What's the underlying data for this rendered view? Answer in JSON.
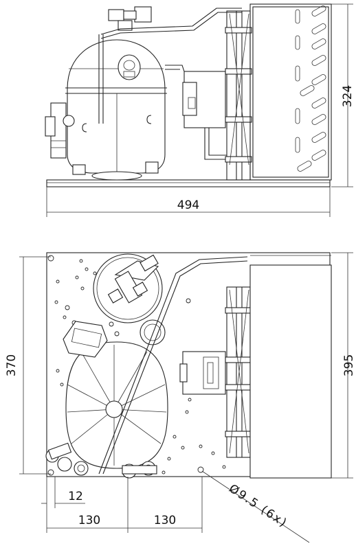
{
  "dimensions": {
    "height": "324",
    "total_width": "494",
    "depth": "370",
    "overall_depth": "395",
    "edge_offset": "12",
    "hole_spacing_1": "130",
    "hole_spacing_2": "130",
    "hole_note": "Ø9.5 (6x)"
  }
}
